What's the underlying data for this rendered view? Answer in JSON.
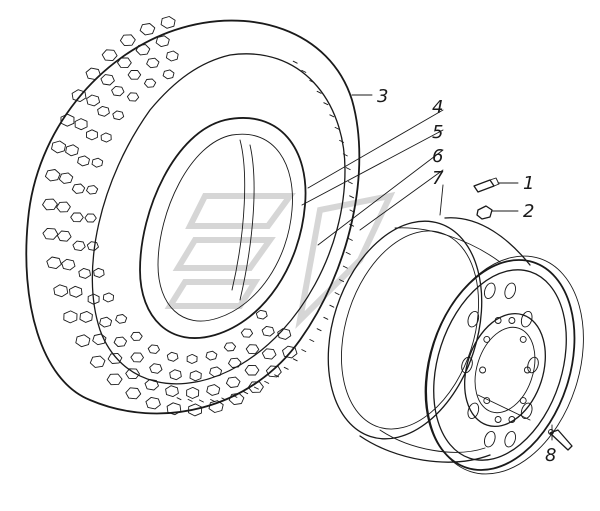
{
  "diagram": {
    "callouts": [
      {
        "id": "1",
        "text": "1"
      },
      {
        "id": "2",
        "text": "2"
      },
      {
        "id": "3",
        "text": "3"
      },
      {
        "id": "4",
        "text": "4"
      },
      {
        "id": "5",
        "text": "5"
      },
      {
        "id": "6",
        "text": "6"
      },
      {
        "id": "7",
        "text": "7"
      },
      {
        "id": "8",
        "text": "8"
      }
    ],
    "parts": [
      "tire",
      "rim",
      "tube",
      "flap",
      "lock-ring",
      "valve",
      "bolt",
      "nut"
    ],
    "colors": {
      "ink": "#1a1a1a",
      "paper": "#ffffff",
      "watermark": "#d6d6d6"
    }
  }
}
